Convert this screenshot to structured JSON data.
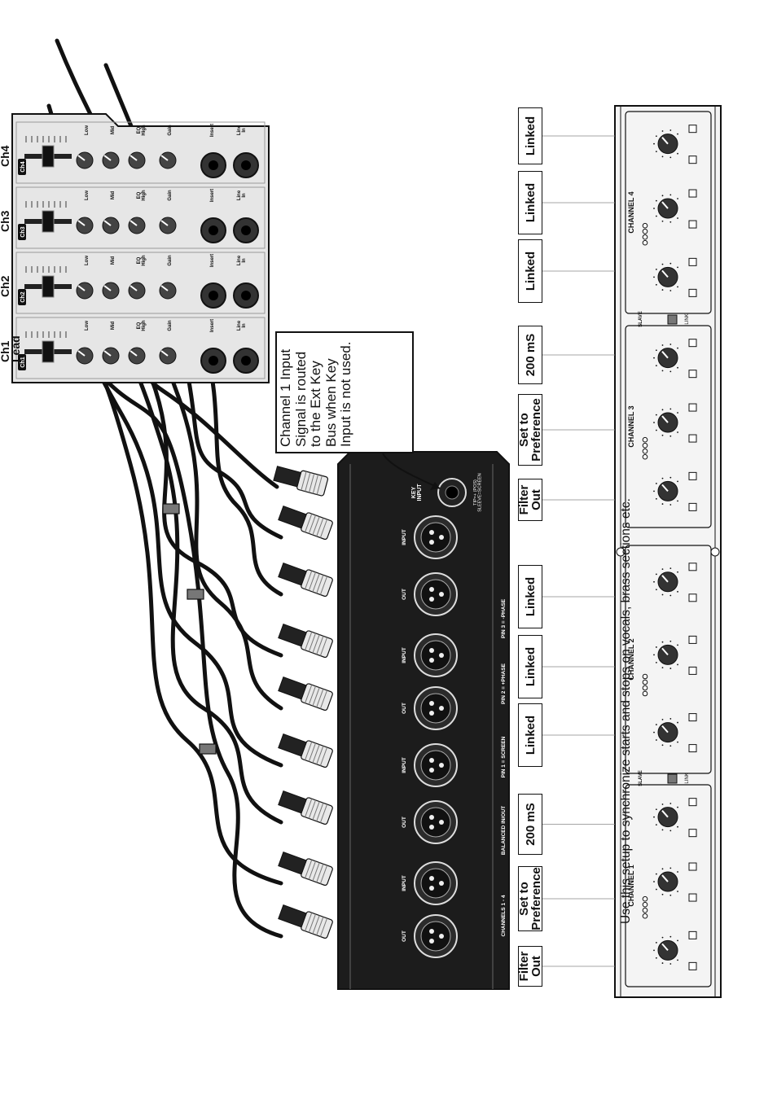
{
  "caption": "Use this setup to synchronize starts and stops on vocals, brass sections etc.",
  "note_text": "Channel 1 Input Signal is routed to the Ext Key Bus when Key Input is not used.",
  "rack_channels": [
    "CHANNEL 1",
    "CHANNEL 2",
    "CHANNEL 3",
    "CHANNEL 4"
  ],
  "settings": [
    {
      "key": "ch1_filter",
      "text": "Filter\nOut"
    },
    {
      "key": "ch1_thresh",
      "text": "Set to\nPreference"
    },
    {
      "key": "ch1_release",
      "text": "200 mS"
    },
    {
      "key": "ch2_filter",
      "text": "Linked"
    },
    {
      "key": "ch2_thresh",
      "text": "Linked"
    },
    {
      "key": "ch2_release",
      "text": "Linked"
    },
    {
      "key": "ch3_filter",
      "text": "Filter\nOut"
    },
    {
      "key": "ch3_thresh",
      "text": "Set to\nPreference"
    },
    {
      "key": "ch3_release",
      "text": "200 mS"
    },
    {
      "key": "ch4_filter",
      "text": "Linked"
    },
    {
      "key": "ch4_thresh",
      "text": "Linked"
    },
    {
      "key": "ch4_release",
      "text": "Linked"
    }
  ],
  "panel_labels": {
    "slave": "SLAVE",
    "link": "LINK",
    "key_input": "KEY\nINPUT",
    "key_pinout": "TIP=+ (POS)\nSLEEVE=SCREEN",
    "channels_header": "CHANNELS 1 - 4",
    "balanced": "BALANCED IN/OUT",
    "pin1": "PIN 1 = SCREEN",
    "pin2": "PIN 2 = +PHASE",
    "pin3": "PIN 3 = -PHASE",
    "xlr_in": "INPUT",
    "xlr_out": "OUT"
  },
  "mixer_strips": [
    {
      "name": "Ch1",
      "sub": "Lead",
      "badge": "Ch1"
    },
    {
      "name": "Ch2",
      "sub": "",
      "badge": "Ch2"
    },
    {
      "name": "Ch3",
      "sub": "",
      "badge": "Ch3"
    },
    {
      "name": "Ch4",
      "sub": "",
      "badge": "Ch4"
    }
  ],
  "mixer_labels": {
    "line_in": "Line\nIn",
    "insert": "Insert",
    "gain": "Gain",
    "eq_high": "EQ\nHigh",
    "mid": "Mid",
    "low": "Low"
  },
  "colors": {
    "ink": "#111111",
    "panel_dark": "#1c1c1c",
    "mixer_face": "#e6e6e6",
    "rack_face": "#f4f4f4"
  }
}
